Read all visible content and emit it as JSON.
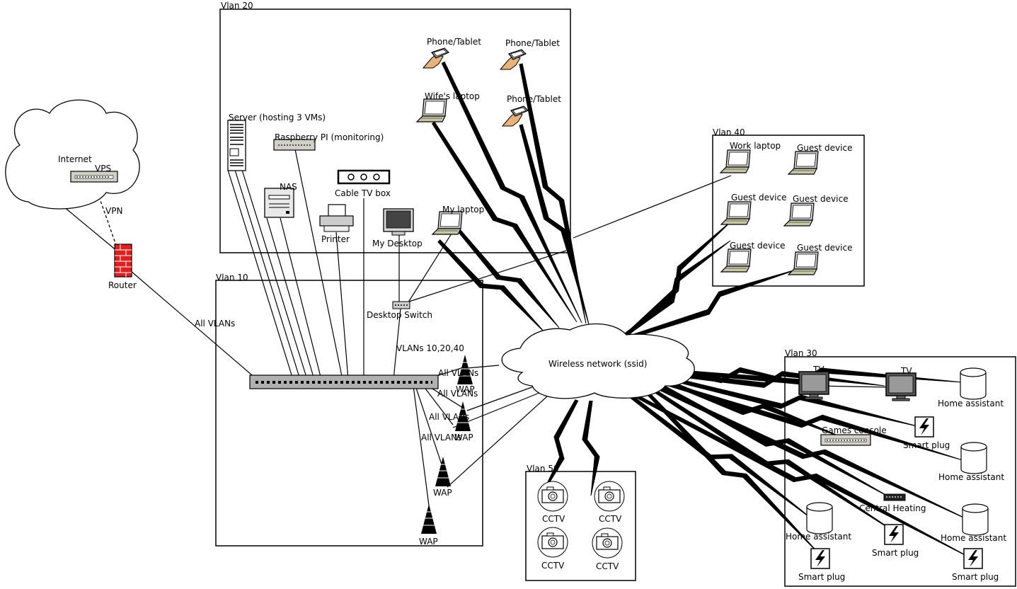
{
  "colors": {
    "line": "#000000",
    "device": "#c8c8c8",
    "hand": "#e8b37a",
    "router": "#e02020",
    "screen": "#8a8a8a"
  },
  "labels": {
    "vlan20": "Vlan 20",
    "vlan10": "Vlan 10",
    "vlan40": "Vlan 40",
    "vlan30": "Vlan 30",
    "vlan50": "Vlan 50",
    "internet": "Internet",
    "vps": "VPS",
    "vpn": "VPN",
    "router": "Router",
    "all_vlans": "All VLANs",
    "server": "Server (hosting 3 VMs)",
    "raspberry": "Raspberry PI (monitoring)",
    "nas": "NAS",
    "cable_tv": "Cable TV box",
    "printer": "Printer",
    "my_desktop": "My Desktop",
    "my_laptop": "My laptop",
    "wifes_laptop": "Wife's laptop",
    "phone1": "Phone/Tablet",
    "phone2": "Phone/Tablet",
    "phone3": "Phone/Tablet",
    "desktop_switch": "Desktop Switch",
    "vlans_10_20_40": "VLANs 10,20,40",
    "wap_all1": "All VLANs",
    "wap_all2": "All VLANs",
    "wap_all3": "All VLANs",
    "wap_all4": "All VLANs",
    "wap1": "WAP",
    "wap2": "WAP",
    "wap3": "WAP",
    "wap4": "WAP",
    "wireless": "Wireless network (ssid)",
    "work_laptop": "Work laptop",
    "guest1": "Guest device",
    "guest2": "Guest device",
    "guest3": "Guest device",
    "guest4": "Guest device",
    "guest5": "Guest device",
    "cctv1": "CCTV",
    "cctv2": "CCTV",
    "cctv3": "CCTV",
    "cctv4": "CCTV",
    "tv1": "TV",
    "tv2": "TV",
    "games": "Games console",
    "central_heating": "Central Heating",
    "home_assistant1": "Home assistant",
    "home_assistant2": "Home assistant",
    "home_assistant3": "Home assistant",
    "home_assistant4": "Home assistant",
    "smart_plug1": "Smart plug",
    "smart_plug2": "Smart plug",
    "smart_plug3": "Smart plug",
    "smart_plug4": "Smart plug"
  }
}
